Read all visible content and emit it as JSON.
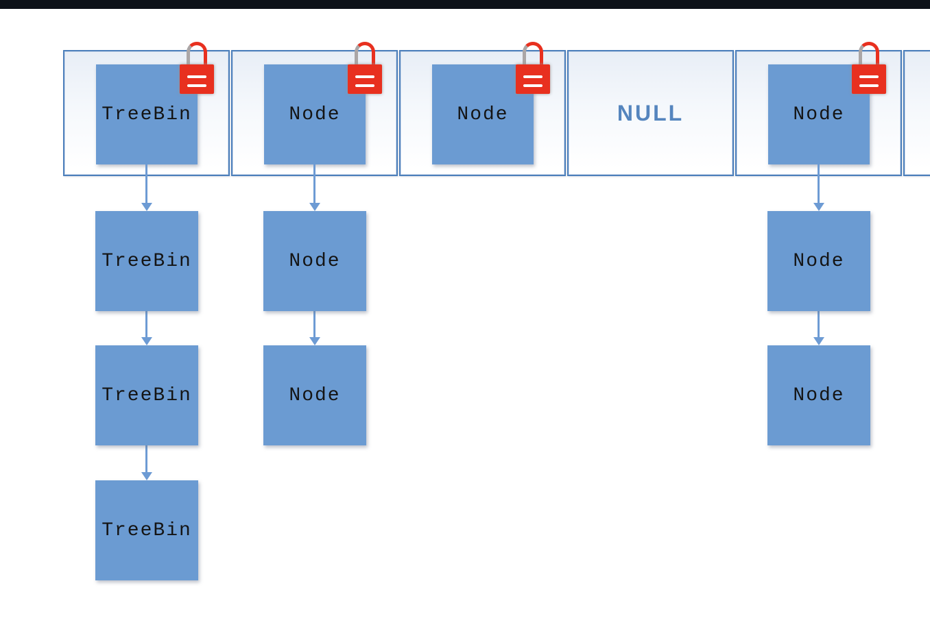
{
  "top_bar": {
    "color": "#0E1219"
  },
  "diagram": {
    "colors": {
      "box_fill": "#6B9BD2",
      "cell_border": "#4C7FBB",
      "cell_bg_top": "#E8EEF6",
      "lock_red": "#E8301F",
      "arrow": "#6D9BD4",
      "null_text": "#5585BE",
      "box_text": "#141414"
    },
    "bins": [
      {
        "head": "TreeBin",
        "locked": true,
        "is_null": false,
        "partial": false,
        "chain": [
          "TreeBin",
          "TreeBin",
          "TreeBin"
        ]
      },
      {
        "head": "Node",
        "locked": true,
        "is_null": false,
        "partial": false,
        "chain": [
          "Node",
          "Node"
        ]
      },
      {
        "head": "Node",
        "locked": true,
        "is_null": false,
        "partial": false,
        "chain": []
      },
      {
        "head": "NULL",
        "locked": false,
        "is_null": true,
        "partial": false,
        "chain": []
      },
      {
        "head": "Node",
        "locked": true,
        "is_null": false,
        "partial": false,
        "chain": [
          "Node",
          "Node"
        ]
      },
      {
        "head": "",
        "locked": false,
        "is_null": false,
        "partial": true,
        "chain": []
      }
    ]
  }
}
